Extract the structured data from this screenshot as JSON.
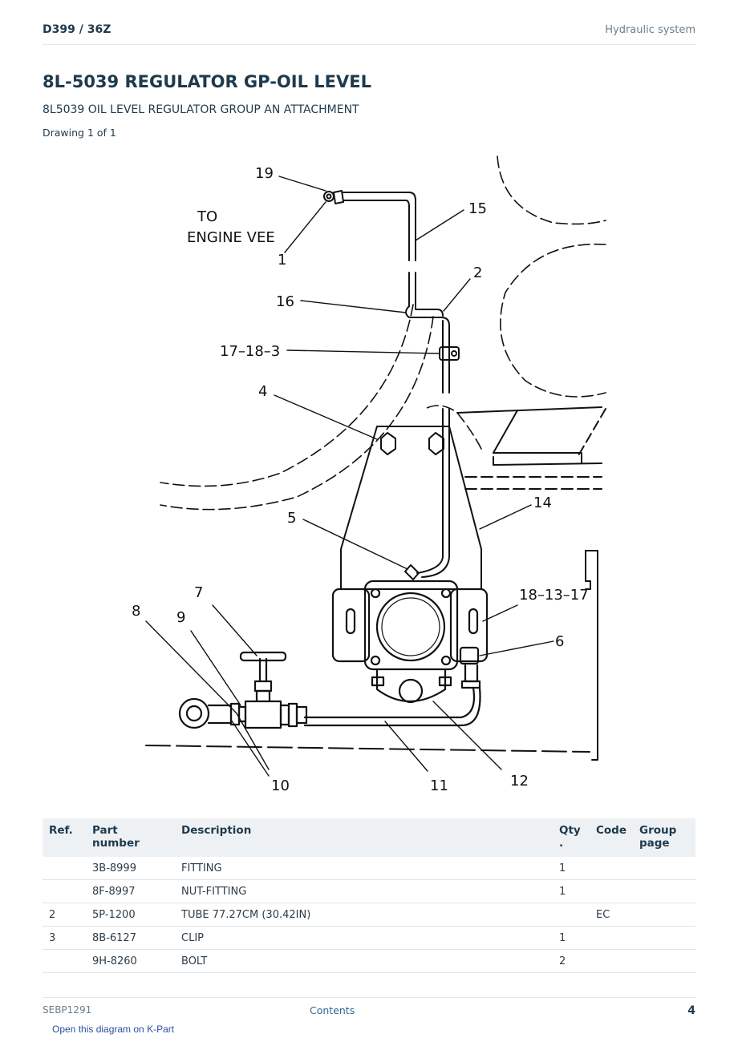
{
  "header": {
    "model": "D399  /  36Z",
    "section": "Hydraulic system"
  },
  "title": "8L-5039 REGULATOR GP-OIL LEVEL",
  "subtitle": "8L5039 OIL LEVEL REGULATOR GROUP AN ATTACHMENT",
  "drawing_count": "Drawing 1 of 1",
  "diagram": {
    "note_line1": "TO",
    "note_line2": "ENGINE VEE",
    "callouts": [
      "19",
      "15",
      "1",
      "2",
      "16",
      "17–18–3",
      "4",
      "14",
      "5",
      "7",
      "18–13–17",
      "8",
      "9",
      "6",
      "10",
      "11",
      "12"
    ]
  },
  "table": {
    "headers": {
      "ref": "Ref.",
      "part_number": "Part number",
      "description": "Description",
      "qty": "Qty\n.",
      "code": "Code",
      "group_page": "Group page"
    },
    "rows": [
      {
        "ref": "",
        "part_number": "3B-8999",
        "description": "FITTING",
        "qty": "1",
        "code": "",
        "group_page": ""
      },
      {
        "ref": "",
        "part_number": "8F-8997",
        "description": "NUT-FITTING",
        "qty": "1",
        "code": "",
        "group_page": ""
      },
      {
        "ref": "2",
        "part_number": "5P-1200",
        "description": "TUBE 77.27CM (30.42IN)",
        "qty": "",
        "code": "EC",
        "group_page": ""
      },
      {
        "ref": "3",
        "part_number": "8B-6127",
        "description": "CLIP",
        "qty": "1",
        "code": "",
        "group_page": ""
      },
      {
        "ref": "",
        "part_number": "9H-8260",
        "description": "BOLT",
        "qty": "2",
        "code": "",
        "group_page": ""
      }
    ]
  },
  "footer": {
    "doc_id": "SEBP1291",
    "contents_link": "Contents",
    "page_number": "4",
    "kpart_link": "Open this diagram on K-Part"
  }
}
